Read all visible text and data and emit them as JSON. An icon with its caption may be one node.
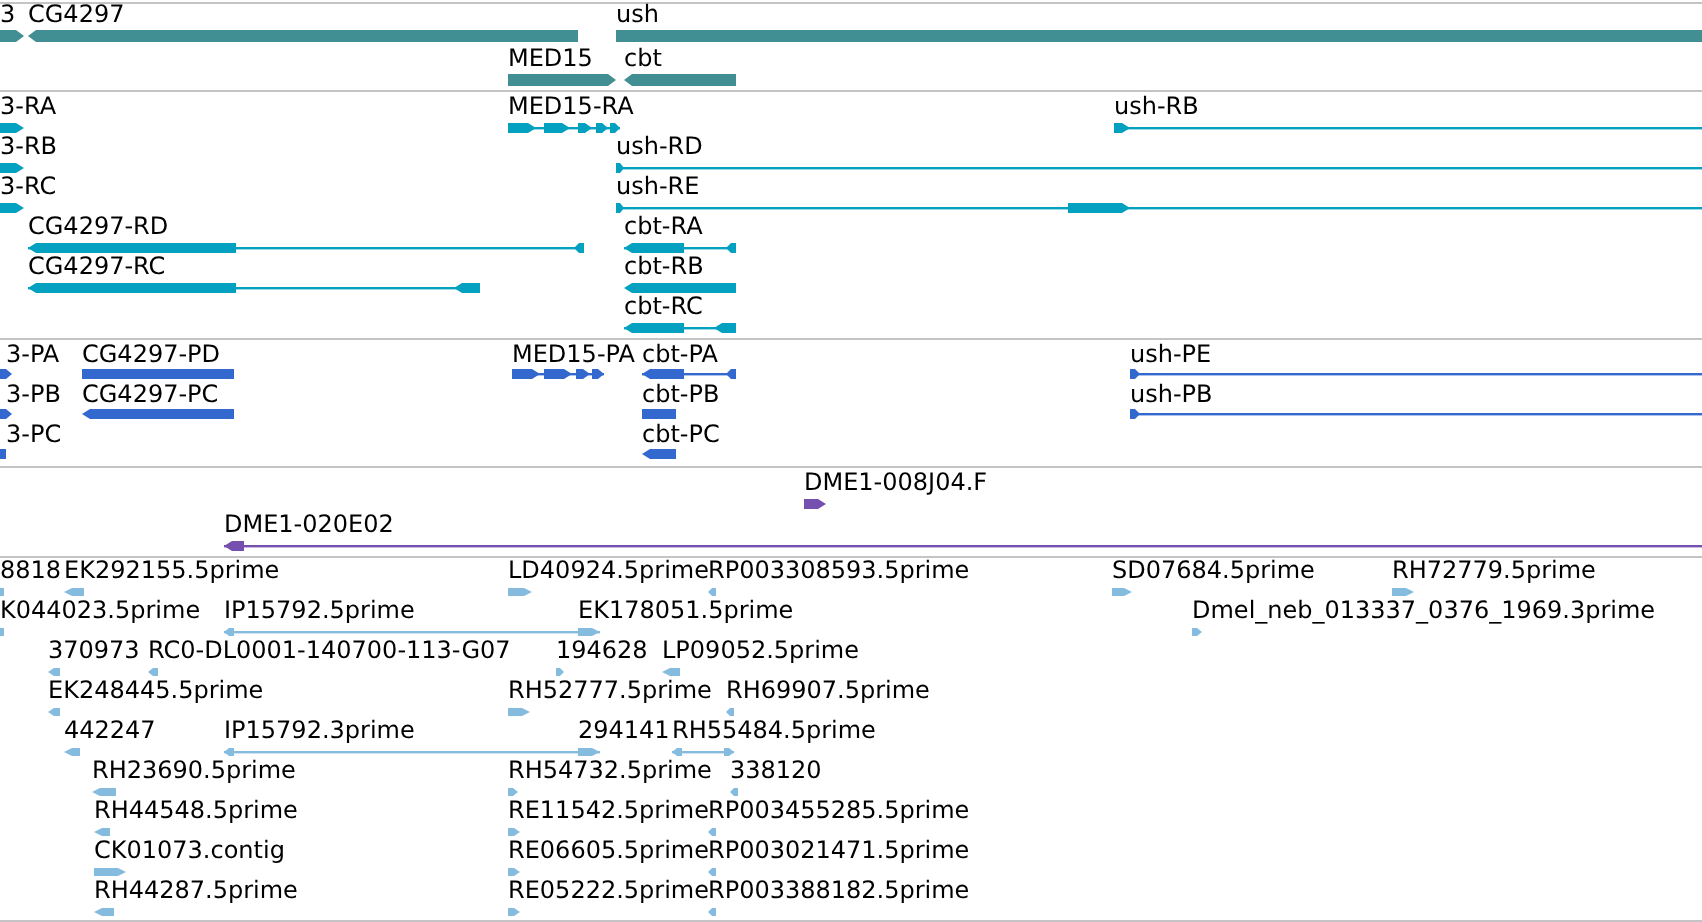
{
  "diagram": {
    "labels": [
      "3",
      "CG4297",
      "ush",
      "MED15",
      "cbt",
      "3-RA",
      "MED15-RA",
      "ush-RB",
      "3-RB",
      "ush-RD",
      "3-RC",
      "ush-RE",
      "CG4297-RD",
      "cbt-RA",
      "CG4297-RC",
      "cbt-RB",
      "cbt-RC",
      "3-PA",
      "CG4297-PD",
      "MED15-PA",
      "cbt-PA",
      "ush-PE",
      "3-PB",
      "CG4297-PC",
      "cbt-PB",
      "ush-PB",
      "3-PC",
      "cbt-PC",
      "DME1-008J04.F",
      "DME1-020E02",
      "8818",
      "EK292155.5prime",
      "LD40924.5prime",
      "RP003308593.5prime",
      "SD07684.5prime",
      "RH72779.5prime",
      "K044023.5prime",
      "IP15792.5prime",
      "EK178051.5prime",
      "Dmel_neb_013337_0376_1969.3prime",
      "370973",
      "RC0-DL0001-140700-113-G07",
      "194628",
      "LP09052.5prime",
      "EK248445.5prime",
      "RH52777.5prime",
      "RH69907.5prime",
      "442247",
      "IP15792.3prime",
      "294141",
      "RH55484.5prime",
      "RH23690.5prime",
      "RH54732.5prime",
      "338120",
      "RH44548.5prime",
      "RE11542.5prime",
      "RP003455285.5prime",
      "CK01073.contig",
      "RE06605.5prime",
      "RP003021471.5prime",
      "RH44287.5prime",
      "RE05222.5prime",
      "RP003388182.5prime"
    ]
  }
}
